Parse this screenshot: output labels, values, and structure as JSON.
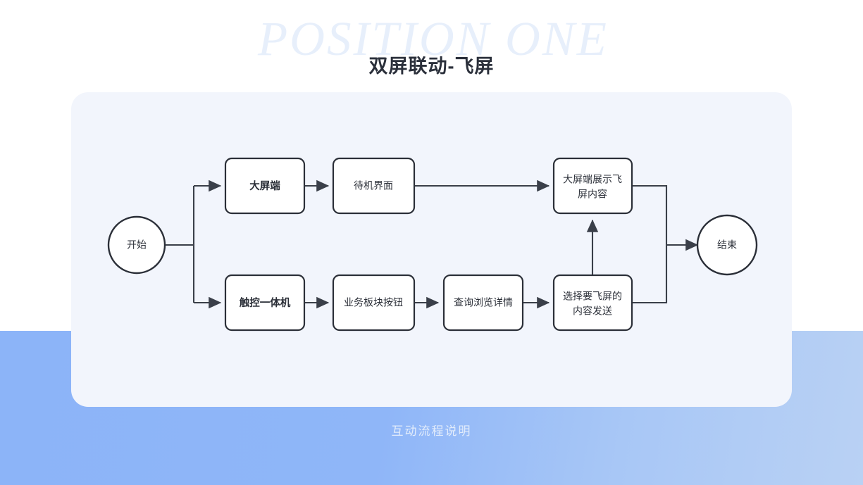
{
  "slide": {
    "watermark": "POSITION ONE",
    "title": "双屏联动-飞屏",
    "caption": "互动流程说明"
  },
  "colors": {
    "band": "#8CB4F8",
    "band_right": "#B9D1F4",
    "card": "#F2F5FC",
    "node_stroke": "#2B2F38",
    "node_fill": "#FFFFFF",
    "edge": "#3A3F49",
    "title": "#2B303B",
    "watermark": "#E7EFFB",
    "caption": "#E2ECFB"
  },
  "flow": {
    "nodes": [
      {
        "id": "start",
        "shape": "circle",
        "label": "开始",
        "bold": false
      },
      {
        "id": "bigscreen",
        "shape": "box",
        "label": "大屏端",
        "bold": true
      },
      {
        "id": "standby",
        "shape": "box",
        "label": "待机界面",
        "bold": false
      },
      {
        "id": "touch",
        "shape": "box",
        "label": "触控一体机",
        "bold": true
      },
      {
        "id": "module",
        "shape": "box",
        "label": "业务板块按钮",
        "bold": false
      },
      {
        "id": "query",
        "shape": "box",
        "label": "查询浏览详情",
        "bold": false
      },
      {
        "id": "select",
        "shape": "box",
        "label1": "选择要飞屏的",
        "label2": "内容发送",
        "bold": false
      },
      {
        "id": "display",
        "shape": "box",
        "label1": "大屏端展示飞",
        "label2": "屏内容",
        "bold": false
      },
      {
        "id": "end",
        "shape": "circle",
        "label": "结束",
        "bold": false
      }
    ],
    "edges": [
      {
        "from": "start",
        "to": "bigscreen"
      },
      {
        "from": "start",
        "to": "touch"
      },
      {
        "from": "bigscreen",
        "to": "standby"
      },
      {
        "from": "standby",
        "to": "display"
      },
      {
        "from": "touch",
        "to": "module"
      },
      {
        "from": "module",
        "to": "query"
      },
      {
        "from": "query",
        "to": "select"
      },
      {
        "from": "select",
        "to": "display"
      },
      {
        "from": "display",
        "to": "end"
      },
      {
        "from": "select",
        "to": "end"
      }
    ]
  }
}
